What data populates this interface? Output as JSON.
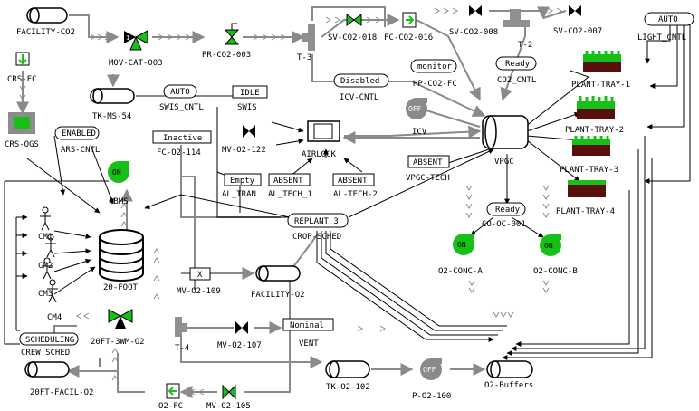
{
  "colors": {
    "green": "#17c017",
    "gray": "#808080",
    "tray_dark": "#5a0f0f",
    "line": "#8a8a8a"
  },
  "labels": {
    "facility_co2": "FACILITY-CO2",
    "mov_cat_003": "MOV-CAT-003",
    "pr_co2_003": "PR-CO2-003",
    "t3": "T-3",
    "sv_co2_018": "SV-CO2-018",
    "fc_co2_016": "FC-CO2-016",
    "sv_co2_008": "SV-CO2-008",
    "t2": "T-2",
    "sv_co2_007": "SV-CO2-007",
    "light_cntl": "LIGHT_CNTL",
    "crs_fc": "CRS-FC",
    "tk_ms_54": "TK-MS-54",
    "swis_cntl": "SWIS_CNTL",
    "swis": "SWIS",
    "hp_co2_fc": "HP-CO2-FC",
    "co2_cntl": "CO2_CNTL",
    "icv_cntl": "ICV-CNTL",
    "icv": "ICV",
    "crs_ogs": "CRS-OGS",
    "ars_cntl": "ARS-CNTL",
    "fc_o2_114": "FC-O2-114",
    "mv_o2_122": "MV-O2-122",
    "airlock": "AIRLOCK",
    "al_tran": "AL_TRAN",
    "al_tech_1": "AL_TECH_1",
    "al_tech_2": "AL-TECH-2",
    "vpgc_tech": "VPGC-TECH",
    "vpgc": "VPGC",
    "4bms": "4BMS",
    "plant_tray_1": "PLANT-TRAY-1",
    "plant_tray_2": "PLANT-TRAY-2",
    "plant_tray_3": "PLANT-TRAY-3",
    "plant_tray_4": "PLANT-TRAY-4",
    "crop_sched": "CROP-SCHED",
    "co_oc_001": "CO-OC-001",
    "cm1": "CM1",
    "cm2": "CM2",
    "cm3": "CM3",
    "cm4": "CM4",
    "foot20": "20-FOOT",
    "mv_o2_109": "MV-O2-109",
    "facility_o2": "FACILITY-O2",
    "o2_conc_a": "O2-CONC-A",
    "o2_conc_b": "O2-CONC-B",
    "crew_sched": "CREW SCHED",
    "ft_3wm_o2": "20FT-3WM-O2",
    "t4": "T-4",
    "mv_o2_107": "MV-O2-107",
    "vent": "VENT",
    "facil_o2_20": "20FT-FACIL-O2",
    "tk_o2_102": "TK-O2-102",
    "p_o2_100": "P-O2-100",
    "o2_buffers": "O2-Buffers",
    "o2_fc": "O2-FC",
    "mv_o2_105": "MV-O2-105"
  },
  "buttons": {
    "auto_light": "AUTO",
    "auto_swis": "AUTO",
    "idle": "IDLE",
    "monitor": "monitor",
    "ready_co2": "Ready",
    "disabled": "Disabled",
    "enabled": "ENABLED",
    "inactive": "Inactive",
    "empty": "Empty",
    "absent_1": "ABSENT",
    "absent_2": "ABSENT",
    "absent_3": "ABSENT",
    "replant": "REPLANT_3",
    "ready_conc": "Ready",
    "x": "X",
    "nominal": "Nominal",
    "scheduling": "SCHEDULING"
  },
  "states": {
    "on_4bms": "ON",
    "on_conc_a": "ON",
    "on_conc_b": "ON",
    "off_icv": "OFF",
    "off_pump": "OFF"
  }
}
